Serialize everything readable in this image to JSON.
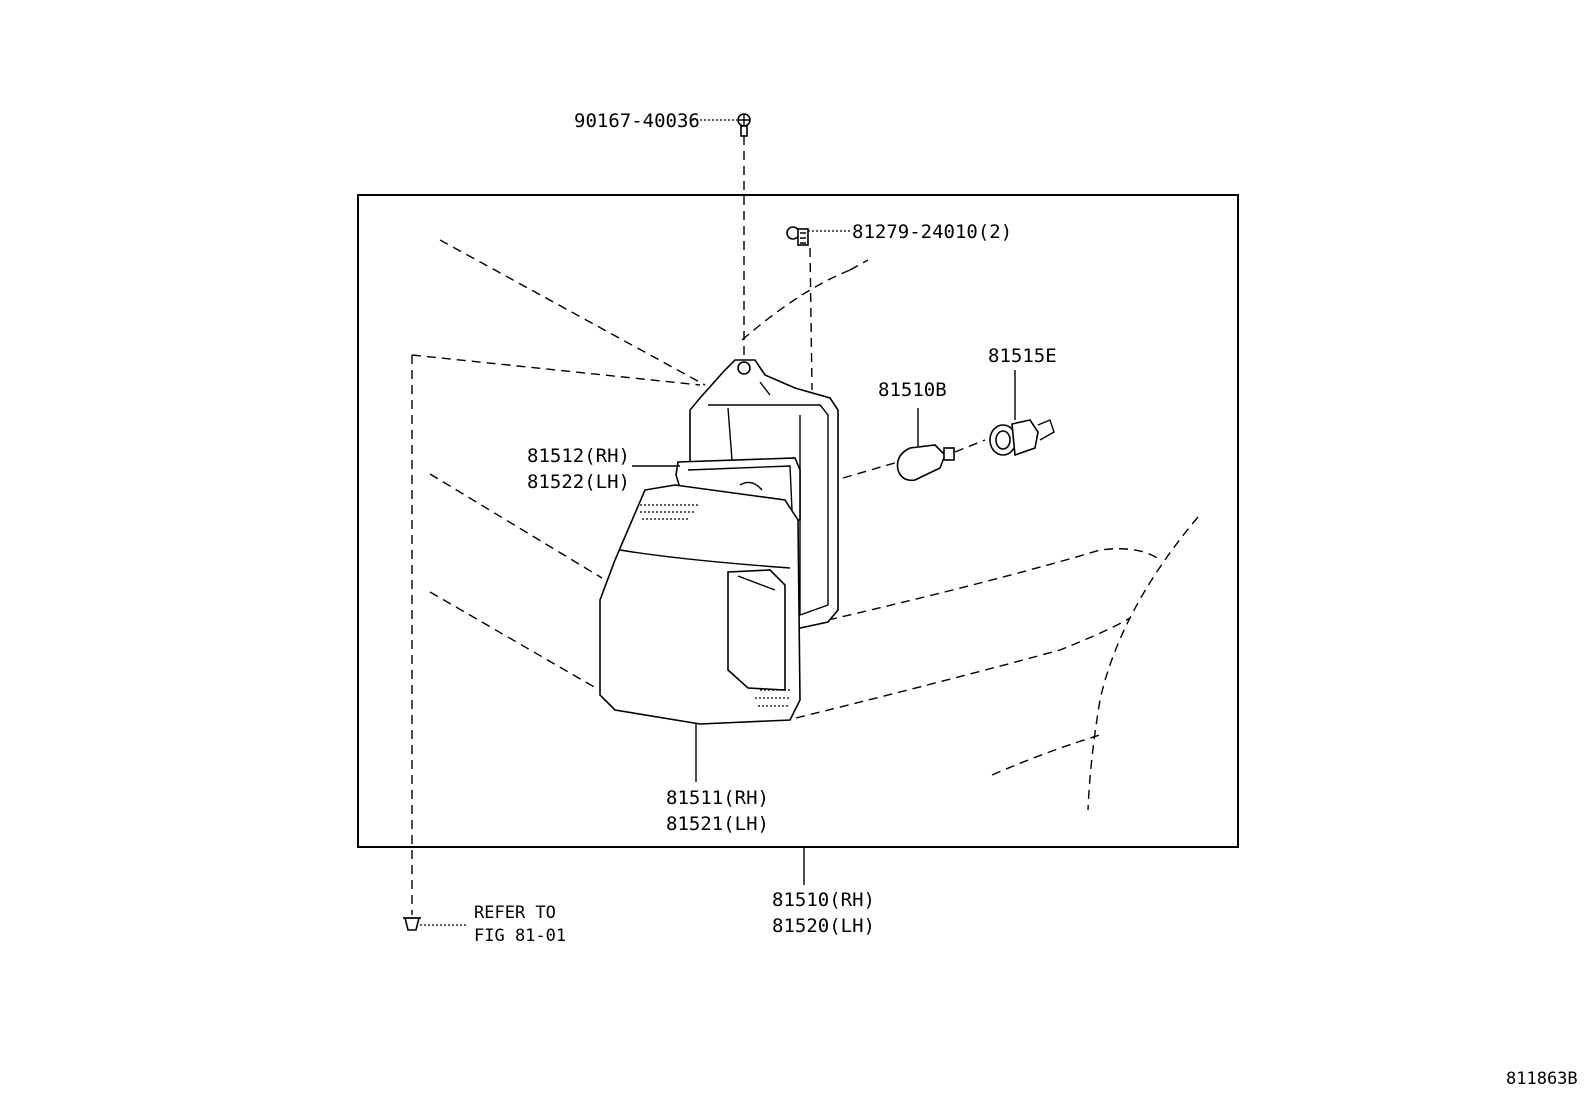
{
  "labels": {
    "screw": "90167-40036",
    "clip": "81279-24010(2)",
    "bulb": "81510B",
    "socket": "81515E",
    "gasket_rh": "81512(RH)",
    "gasket_lh": "81522(LH)",
    "lens_rh": "81511(RH)",
    "lens_lh": "81521(LH)",
    "assy_rh": "81510(RH)",
    "assy_lh": "81520(LH)",
    "refer_line1": "REFER TO",
    "refer_line2": "FIG 81-01",
    "diagram_id": "811863B"
  }
}
